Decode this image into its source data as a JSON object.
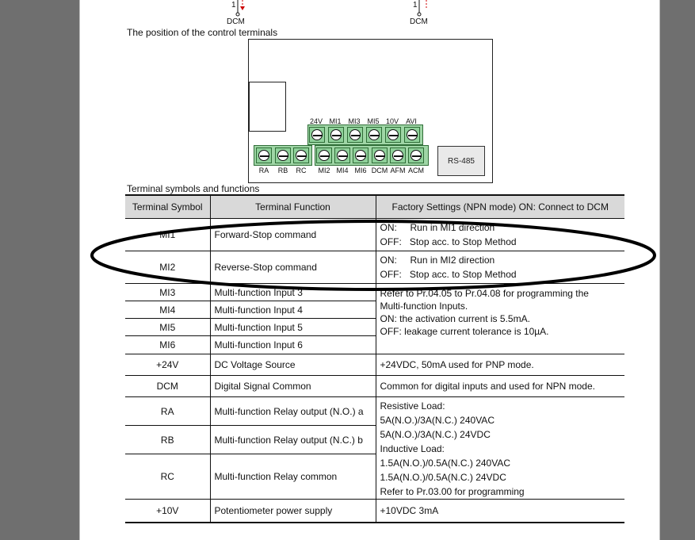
{
  "top_diagram": {
    "left_pin": "1",
    "left_dcm": "DCM",
    "right_pin": "1",
    "right_dcm": "DCM"
  },
  "caption_position": "The position of the control terminals",
  "board": {
    "top_terminals": [
      "24V",
      "MI1",
      "MI3",
      "MI5",
      "10V",
      "AVI"
    ],
    "relay_terminals": [
      "RA",
      "RB",
      "RC"
    ],
    "bottom_terminals": [
      "MI2",
      "MI4",
      "MI6",
      "DCM",
      "AFM",
      "ACM"
    ],
    "rs485_label": "RS-485"
  },
  "caption_table": "Terminal symbols and functions",
  "table": {
    "headers": [
      "Terminal Symbol",
      "Terminal Function",
      "Factory Settings (NPN mode)   ON: Connect to DCM"
    ],
    "rows": [
      {
        "symbol": "MI1",
        "function": "Forward-Stop command",
        "setting_lines": [
          "ON:     Run in MI1 direction",
          "OFF:   Stop acc. to Stop Method"
        ]
      },
      {
        "symbol": "MI2",
        "function": "Reverse-Stop command",
        "setting_lines": [
          "ON:     Run in MI2 direction",
          "OFF:   Stop acc. to Stop Method"
        ]
      },
      {
        "symbol": "MI3",
        "function": "Multi-function Input 3"
      },
      {
        "symbol": "MI4",
        "function": "Multi-function Input 4"
      },
      {
        "symbol": "MI5",
        "function": "Multi-function Input 5"
      },
      {
        "symbol": "MI6",
        "function": "Multi-function Input 6"
      },
      {
        "symbol": "+24V",
        "function": "DC Voltage Source",
        "setting": "+24VDC, 50mA used for PNP mode."
      },
      {
        "symbol": "DCM",
        "function": "Digital Signal Common",
        "setting": "Common for digital inputs and used for NPN mode."
      },
      {
        "symbol": "RA",
        "function": "Multi-function Relay output (N.O.) a"
      },
      {
        "symbol": "RB",
        "function": "Multi-function Relay output (N.C.) b"
      },
      {
        "symbol": "RC",
        "function": "Multi-function Relay common"
      },
      {
        "symbol": "+10V",
        "function": "Potentiometer power supply",
        "setting": "+10VDC 3mA"
      }
    ],
    "mi_group_setting_lines": [
      "Refer to Pr.04.05 to Pr.04.08 for programming the",
      "Multi-function Inputs.",
      "ON:  the activation current is 5.5mA.",
      "OFF:  leakage current tolerance is 10µA."
    ],
    "relay_group_setting_lines": [
      "Resistive Load:",
      "5A(N.O.)/3A(N.C.) 240VAC",
      "5A(N.O.)/3A(N.C.) 24VDC",
      "Inductive Load:",
      "1.5A(N.O.)/0.5A(N.C.) 240VAC",
      "1.5A(N.O.)/0.5A(N.C.) 24VDC",
      "Refer to Pr.03.00 for programming"
    ]
  }
}
